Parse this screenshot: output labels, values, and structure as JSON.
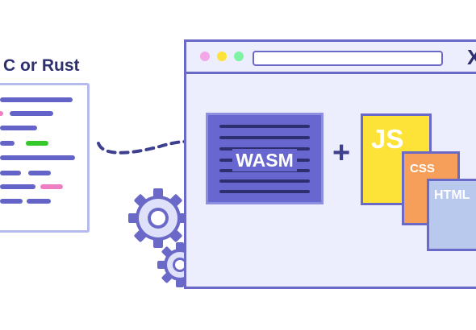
{
  "source": {
    "title": "C or Rust"
  },
  "browser": {
    "close_glyph": "X"
  },
  "wasm": {
    "label": "WASM"
  },
  "operator": {
    "plus": "+"
  },
  "files": {
    "js": "JS",
    "css": "CSS",
    "html": "HTML"
  },
  "colors": {
    "accent": "#6767cf",
    "outline": "#6a69c8",
    "dark_text": "#2e2f6e",
    "js": "#fde337",
    "css": "#f59f5b",
    "html": "#b9c9ee",
    "dot_pink": "#f3a6e8",
    "dot_yellow": "#fde337",
    "dot_green": "#7ff2a4"
  }
}
